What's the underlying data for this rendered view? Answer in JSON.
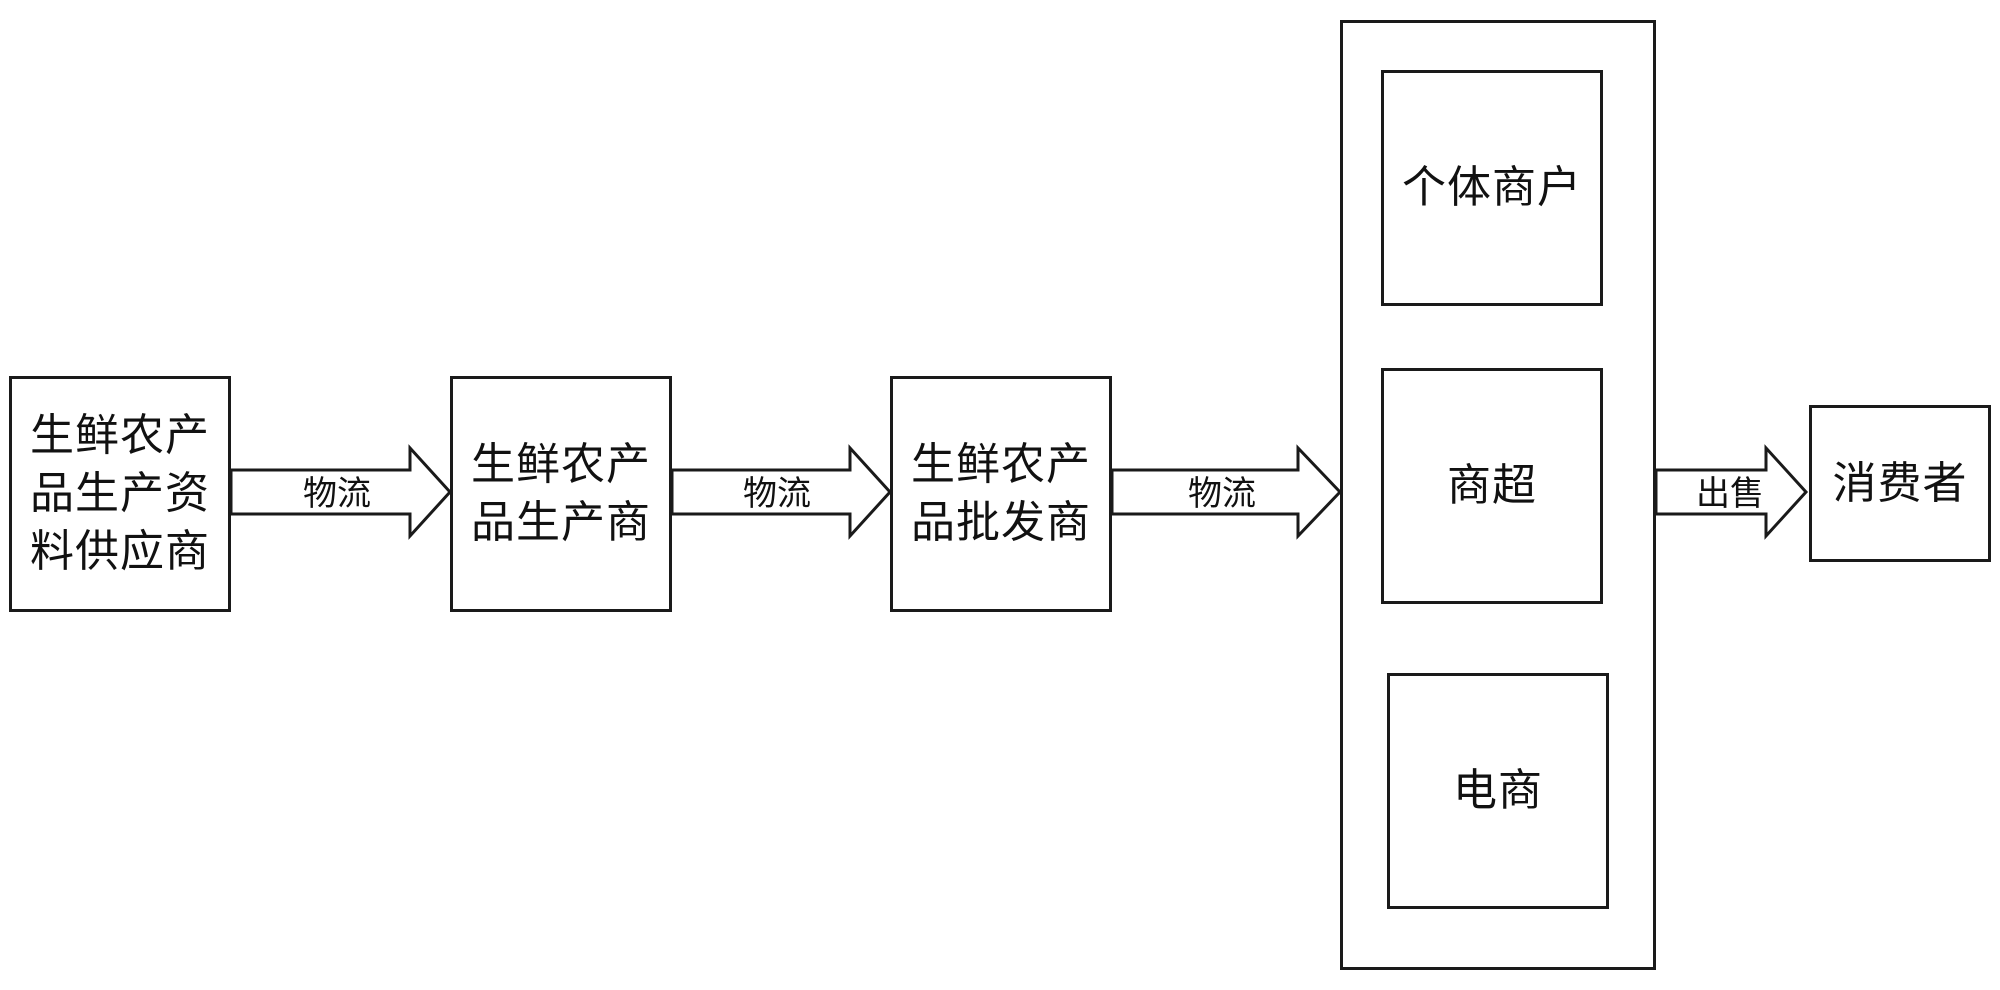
{
  "nodes": {
    "supplier": "生鲜农产品生产资料供应商",
    "producer": "生鲜农产品生产商",
    "wholesaler": "生鲜农产品批发商",
    "retail_individual": "个体商户",
    "retail_supermarket": "商超",
    "retail_ecommerce": "电商",
    "consumer": "消费者"
  },
  "edges": [
    {
      "from": "supplier",
      "to": "producer",
      "label": "物流"
    },
    {
      "from": "producer",
      "to": "wholesaler",
      "label": "物流"
    },
    {
      "from": "wholesaler",
      "to": "retailers",
      "label": "物流"
    },
    {
      "from": "retailers",
      "to": "consumer",
      "label": "出售"
    }
  ],
  "colors": {
    "stroke": "#1a1a1a",
    "background": "#ffffff"
  }
}
